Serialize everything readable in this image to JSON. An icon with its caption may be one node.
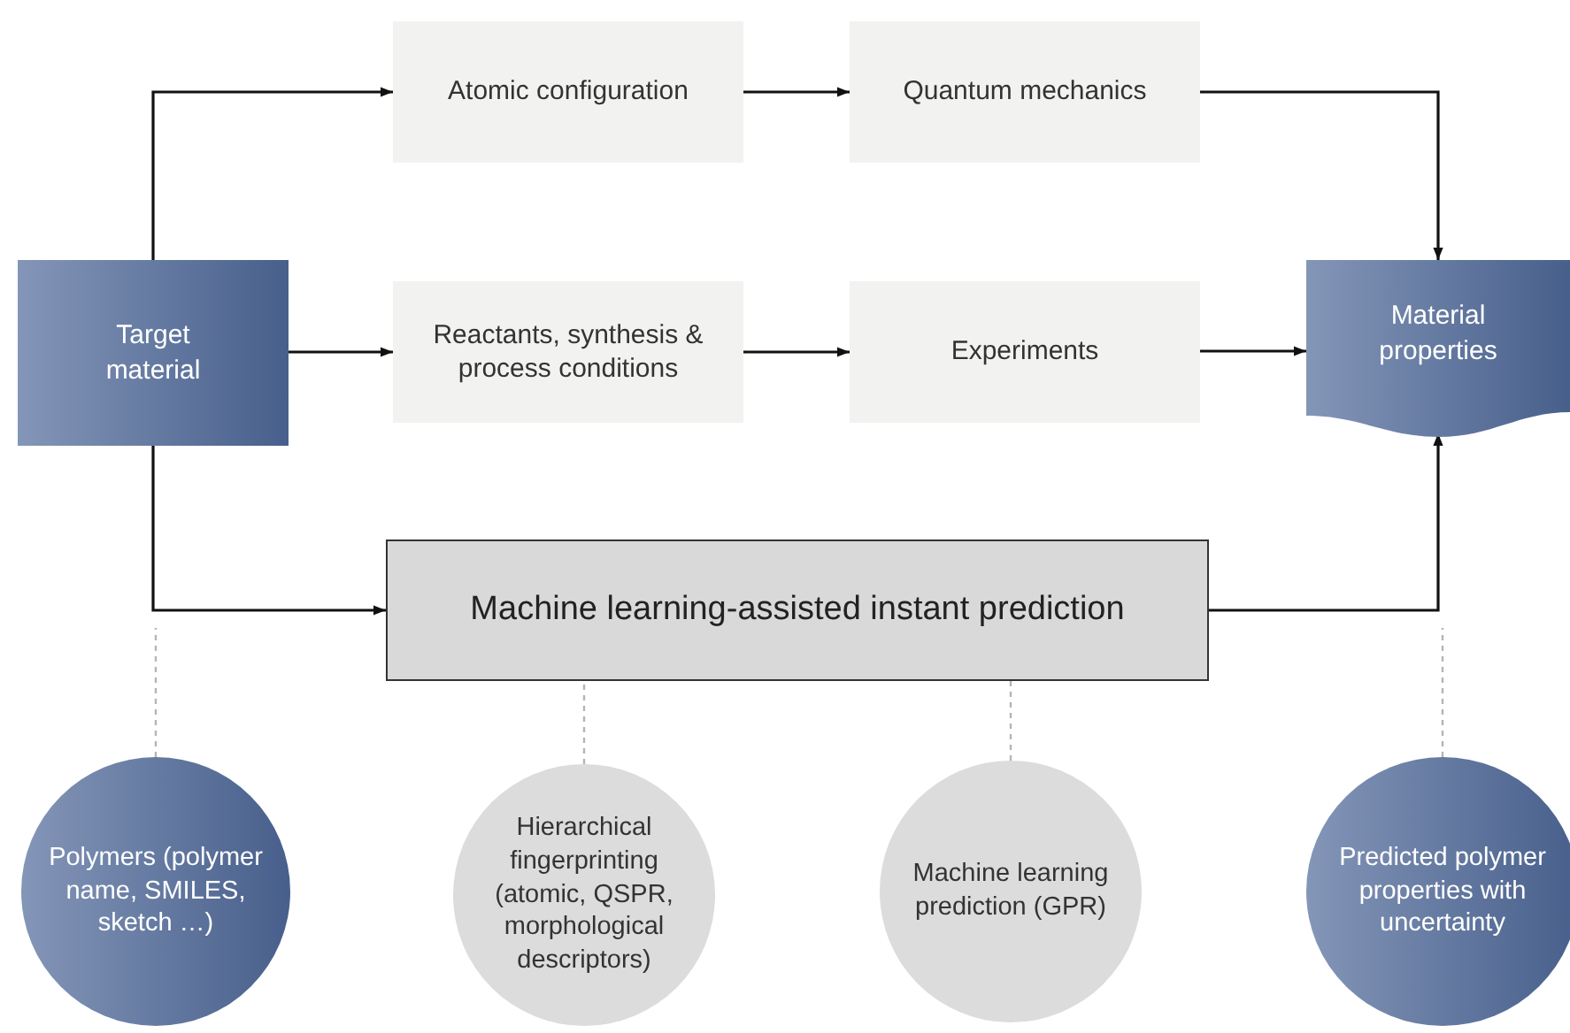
{
  "diagram": {
    "nodes": [
      {
        "text": [
          "Target material"
        ]
      },
      {
        "text": [
          "Atomic configuration"
        ]
      },
      {
        "text": [
          "Quantum mechanics"
        ]
      },
      {
        "text": [
          "Reactants, synthesis & process conditions"
        ]
      },
      {
        "text": [
          "Experiments"
        ]
      },
      {
        "text": [
          "Material properties"
        ]
      },
      {
        "text": [
          "Machine learning-assisted instant prediction"
        ]
      },
      {
        "text": [
          "Polymers (polymer name, SMILES, sketch …)"
        ]
      },
      {
        "text": [
          "Hierarchical fingerprinting (atomic, QSPR, morphological descriptors)"
        ]
      },
      {
        "text": [
          "Machine learning prediction (GPR)"
        ]
      },
      {
        "text": [
          "Predicted polymer properties with uncertainty"
        ]
      }
    ],
    "edges": [
      {
        "from": 0,
        "to": 1,
        "arrow": "to"
      },
      {
        "from": 1,
        "to": 2,
        "arrow": "to"
      },
      {
        "from": 2,
        "to": 5,
        "arrow": "to"
      },
      {
        "from": 0,
        "to": 3,
        "arrow": "to"
      },
      {
        "from": 3,
        "to": 4,
        "arrow": "to"
      },
      {
        "from": 4,
        "to": 5,
        "arrow": "to"
      },
      {
        "from": 0,
        "to": 6,
        "arrow": "to"
      },
      {
        "from": 6,
        "to": 5,
        "arrow": "to"
      },
      {
        "from": 7,
        "to": null,
        "arrow": "none",
        "style": "dashed",
        "color": "#b5b5b5"
      },
      {
        "from": 8,
        "to": 6,
        "arrow": "none",
        "style": "dashed",
        "color": "#b5b5b5"
      },
      {
        "from": 9,
        "to": 6,
        "arrow": "none",
        "style": "dashed",
        "color": "#b5b5b5"
      },
      {
        "from": 10,
        "to": null,
        "arrow": "none",
        "style": "dashed",
        "color": "#b5b5b5"
      }
    ]
  }
}
